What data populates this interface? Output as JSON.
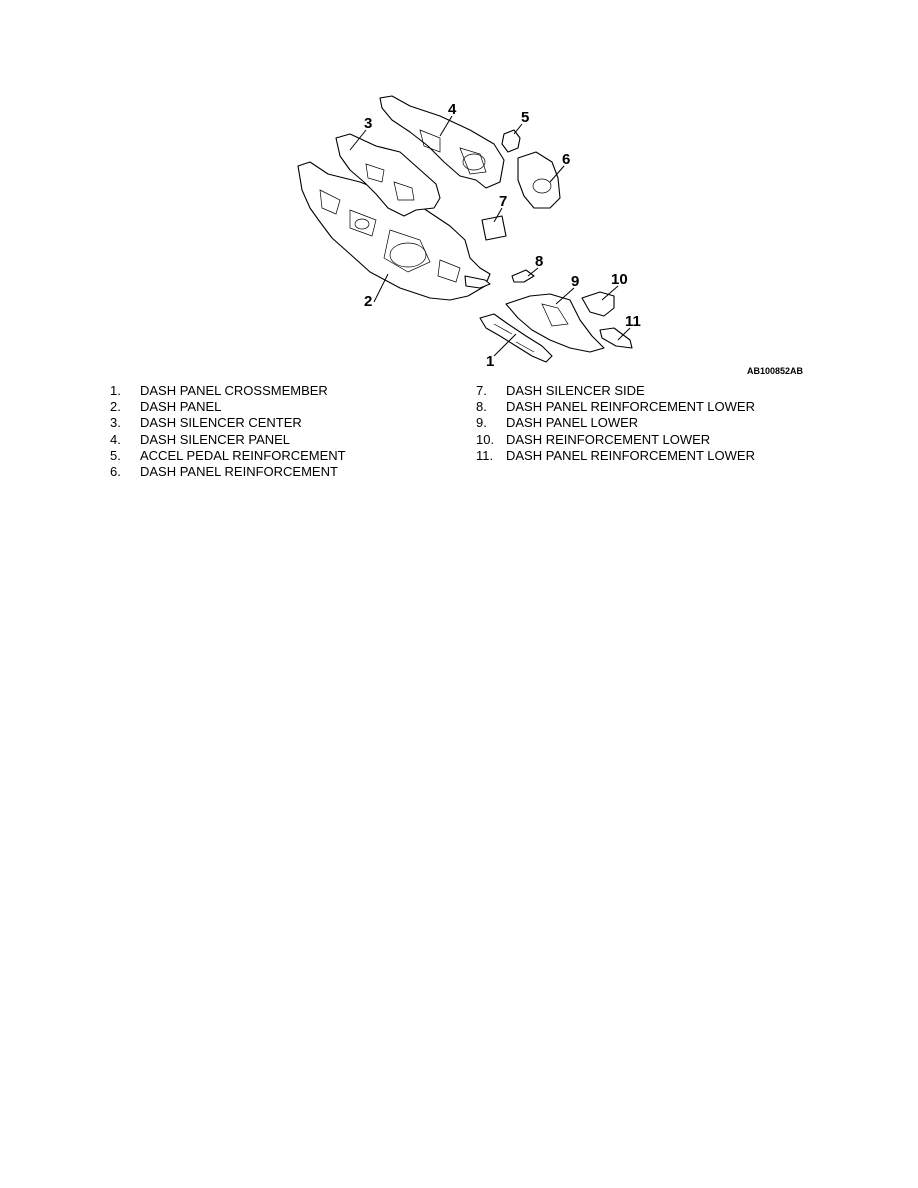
{
  "figure": {
    "id": "AB100852AB",
    "callouts": [
      "1",
      "2",
      "3",
      "4",
      "5",
      "6",
      "7",
      "8",
      "9",
      "10",
      "11"
    ]
  },
  "legend": {
    "left": [
      {
        "num": "1.",
        "label": "DASH PANEL CROSSMEMBER"
      },
      {
        "num": "2.",
        "label": "DASH PANEL"
      },
      {
        "num": "3.",
        "label": "DASH SILENCER CENTER"
      },
      {
        "num": "4.",
        "label": "DASH SILENCER PANEL"
      },
      {
        "num": "5.",
        "label": "ACCEL PEDAL REINFORCEMENT"
      },
      {
        "num": "6.",
        "label": "DASH PANEL REINFORCEMENT"
      }
    ],
    "right": [
      {
        "num": "7.",
        "label": "DASH SILENCER SIDE"
      },
      {
        "num": "8.",
        "label": "DASH PANEL REINFORCEMENT LOWER"
      },
      {
        "num": "9.",
        "label": "DASH PANEL LOWER"
      },
      {
        "num": "10.",
        "label": "DASH REINFORCEMENT LOWER"
      },
      {
        "num": "11.",
        "label": "DASH PANEL REINFORCEMENT LOWER"
      }
    ]
  }
}
